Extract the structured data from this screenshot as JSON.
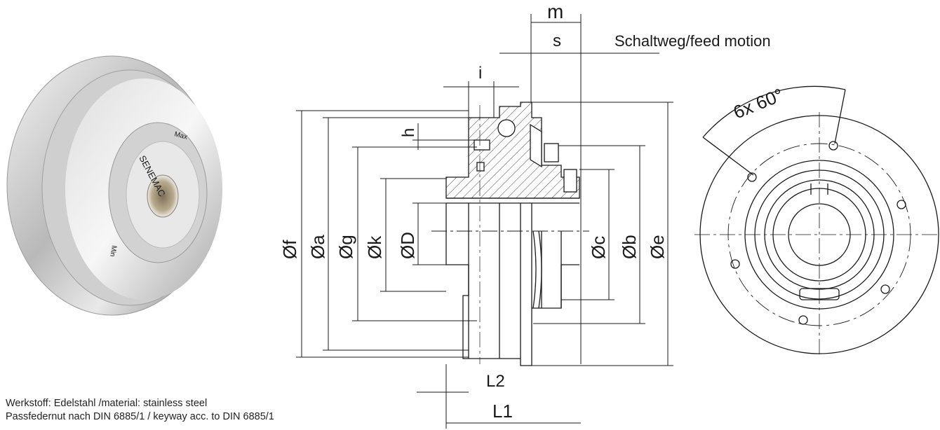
{
  "dimensions": {
    "m": "m",
    "s": "s",
    "feed_motion": "Schaltweg/feed motion",
    "i": "i",
    "h": "h",
    "angle": "6x 60°",
    "f": "Øf",
    "a": "Øa",
    "g": "Øg",
    "k": "Øk",
    "D": "ØD",
    "c": "Øc",
    "b": "Øb",
    "e": "Øe",
    "L2": "L2",
    "L1": "L1"
  },
  "product_marks": {
    "brand": "SENEMAC",
    "max": "Max",
    "min": "Min"
  },
  "notes": {
    "material": "Werkstoff: Edelstahl /material: stainless steel",
    "keyway": "Passfedernut nach DIN 6885/1 / keyway acc. to DIN 6885/1"
  },
  "colors": {
    "line": "#1a1a1a",
    "metal_light": "#e6e6e6",
    "metal_dark": "#8a8a8a"
  }
}
